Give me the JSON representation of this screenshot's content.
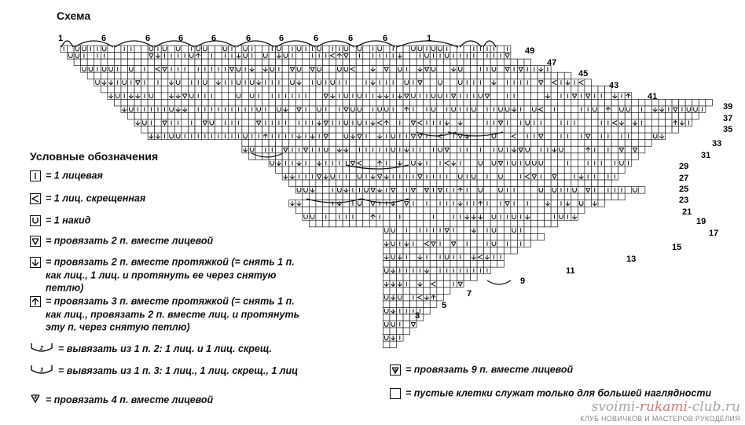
{
  "header": {
    "title": "Схема"
  },
  "top_repeat_labels": [
    "1",
    "6",
    "6",
    "6",
    "6",
    "6",
    "6",
    "6",
    "6",
    "6",
    "1"
  ],
  "row_numbers": [
    "49",
    "47",
    "45",
    "43",
    "41",
    "39",
    "37",
    "35",
    "33",
    "31",
    "29",
    "27",
    "25",
    "23",
    "21",
    "19",
    "17",
    "15",
    "13",
    "11",
    "9",
    "7",
    "5",
    "3"
  ],
  "legend": {
    "title": "Условные обозначения",
    "items": [
      {
        "icon": "knit-symbol",
        "text": "= 1 лицевая"
      },
      {
        "icon": "twisted-knit-symbol",
        "text": "= 1 лиц. скрещенная"
      },
      {
        "icon": "yarn-over-symbol",
        "text": "= 1 накид"
      },
      {
        "icon": "k2tog-symbol",
        "text": "= провязать 2 п. вместе лицевой"
      },
      {
        "icon": "ssk-symbol",
        "text": "= провязать 2 п. вместе протяжкой (= снять 1 п. как лиц., 1 лиц. и протянуть ее через снятую петлю)"
      },
      {
        "icon": "sk2p-symbol",
        "text": "= провязать 3 п. вместе протяжкой (= снять 1 п. как лиц., провязать 2 п. вместе лиц. и протянуть эту п. через снятую петлю)"
      },
      {
        "icon": "inc2-symbol",
        "text": "= вывязать из 1 п. 2: 1 лиц. и 1 лиц. скрещ."
      },
      {
        "icon": "inc3-symbol",
        "text": "= вывязать из 1 п. 3: 1 лиц., 1 лиц. скрещ., 1 лиц"
      },
      {
        "icon": "k4tog-symbol",
        "text": "= провязать 4 п. вместе лицевой"
      }
    ],
    "right_items": [
      {
        "icon": "k9tog-symbol",
        "text": "= провязать 9 п. вместе лицевой"
      },
      {
        "icon": "empty-cell-symbol",
        "text": "= пустые клетки служат только для большей наглядности"
      }
    ]
  },
  "watermark": {
    "url_left": "svoimi-",
    "url_mid": "rukami",
    "url_right": "-club.ru",
    "subtitle": "КЛУБ НОВИЧКОВ И МАСТЕРОВ РУКОДЕЛИЯ"
  }
}
